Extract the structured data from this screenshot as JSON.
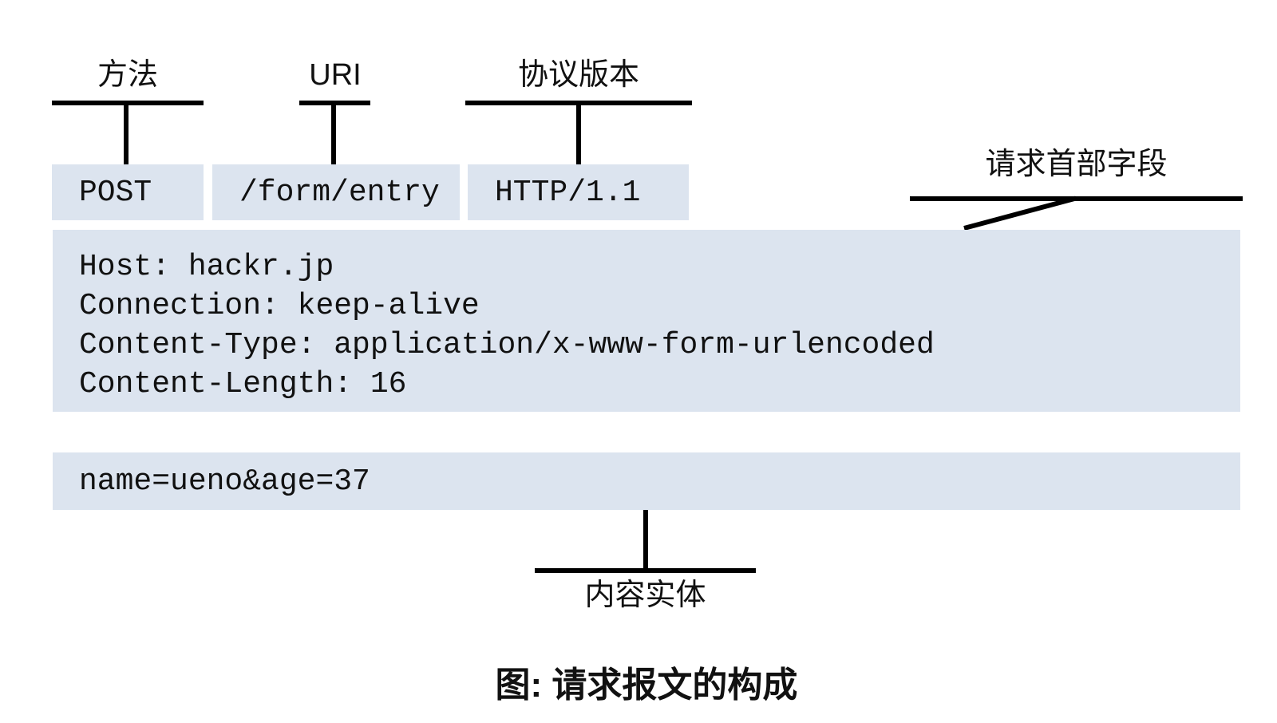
{
  "figure": {
    "caption": "图: 请求报文的构成"
  },
  "callouts": {
    "method": "方法",
    "uri": "URI",
    "protocol_version": "协议版本",
    "request_header_fields": "请求首部字段",
    "content_entity": "内容实体"
  },
  "request_line": {
    "method": "POST",
    "uri": "/form/entry",
    "http_version": "HTTP/1.1"
  },
  "header_fields": {
    "lines": [
      "Host: hackr.jp",
      "Connection: keep-alive",
      "Content-Type: application/x-www-form-urlencoded",
      "Content-Length: 16"
    ]
  },
  "entity_body": {
    "content": "name=ueno&age=37"
  },
  "colors": {
    "box_background": "#dce4ef",
    "line_color": "#000000"
  }
}
